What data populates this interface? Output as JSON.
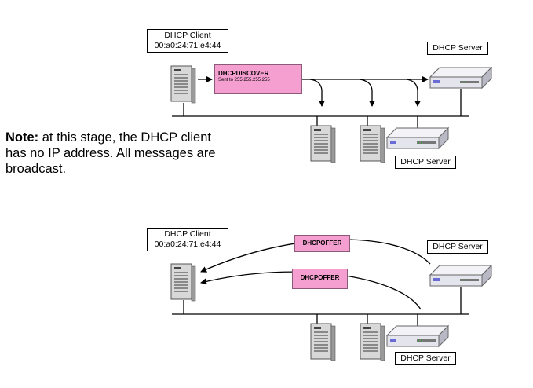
{
  "top": {
    "client_label": "DHCP Client",
    "client_mac": "00:a0:24:71:e4:44",
    "server_label": "DHCP Server",
    "server2_label": "DHCP Server",
    "message": {
      "title": "DHCPDISCOVER",
      "subtitle": "Sent to 255.255.255.255"
    }
  },
  "note": {
    "lead": "Note:",
    "text": " at this stage, the DHCP client has no IP address. All messages are broadcast."
  },
  "bottom": {
    "client_label": "DHCP Client",
    "client_mac": "00:a0:24:71:e4:44",
    "server_label": "DHCP Server",
    "server2_label": "DHCP Server",
    "offer1": "DHCPOFFER",
    "offer2": "DHCPOFFER"
  },
  "colors": {
    "message_fill": "#f59fd0",
    "server_fill": "#e4e4ec",
    "pc_fill": "#d9d9d9",
    "line": "#000000"
  }
}
